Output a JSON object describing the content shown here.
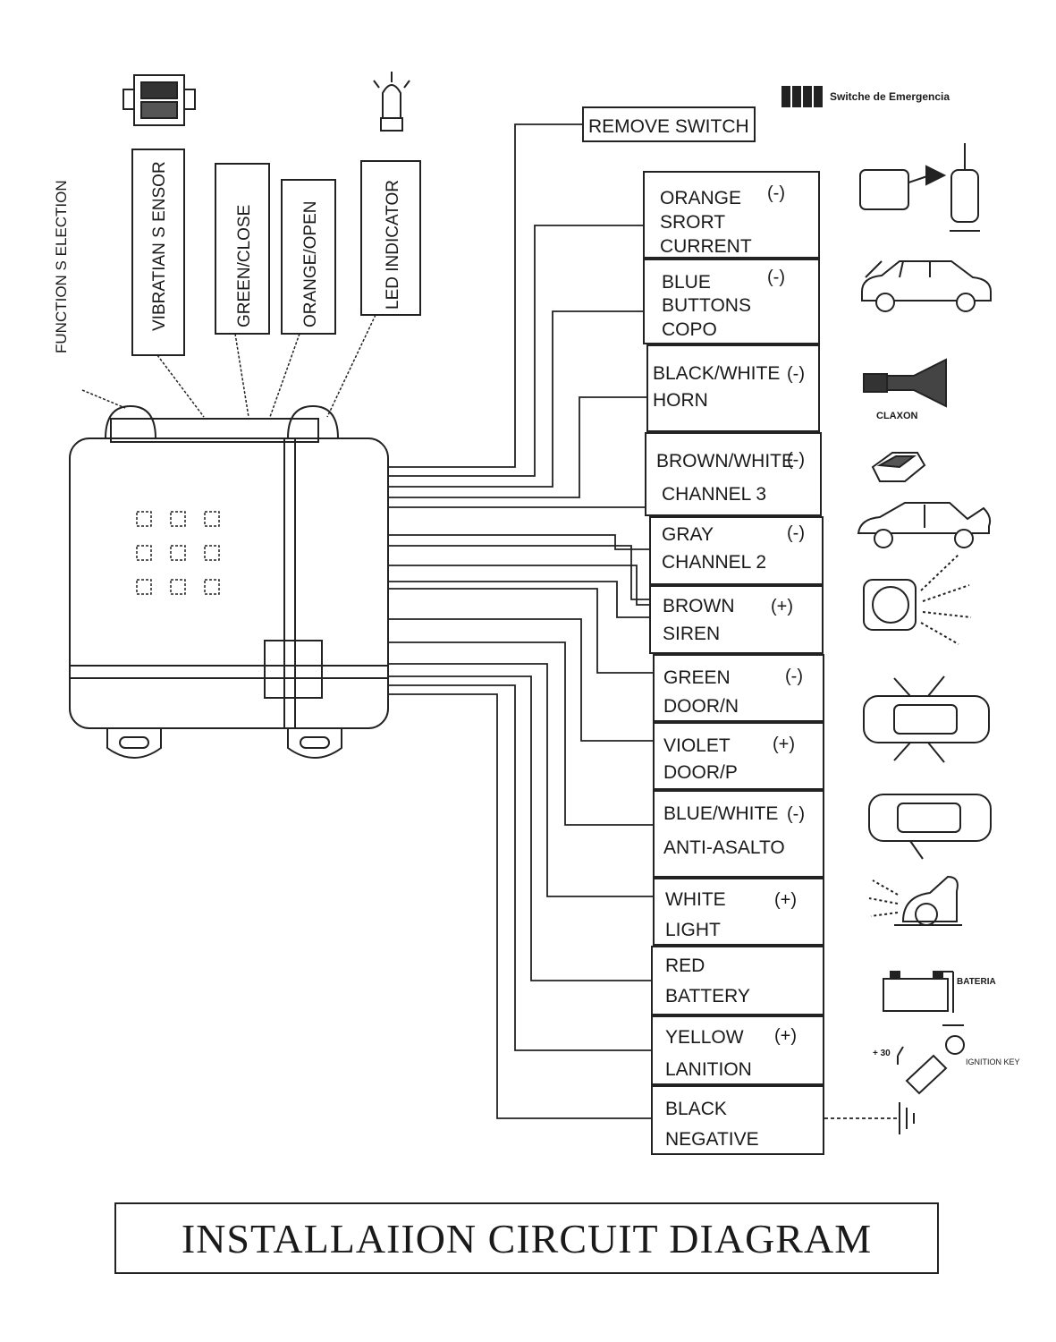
{
  "title": "INSTALLAIION CIRCUIT DIAGRAM",
  "remove_switch": "REMOVE SWITCH",
  "logo_text": "Switche de Emergencia",
  "function_label": "FUNCTION S ELECTION",
  "vertical_labels": [
    {
      "text": "VIBRATIAN S ENSOR"
    },
    {
      "text": "GREEN/CLOSE"
    },
    {
      "text": "ORANGE/OPEN"
    },
    {
      "text": "LED INDICATOR"
    }
  ],
  "wires": [
    {
      "lines": [
        "ORANGE",
        "SRORT",
        "CURRENT"
      ],
      "polarity": "(-)"
    },
    {
      "lines": [
        "BLUE",
        "BUTTONS",
        "COPO"
      ],
      "polarity": "(-)"
    },
    {
      "lines": [
        "BLACK/WHITE",
        "HORN"
      ],
      "polarity": "(-)"
    },
    {
      "lines": [
        "BROWN/WHITE",
        "CHANNEL 3"
      ],
      "polarity": "(-)"
    },
    {
      "lines": [
        "GRAY",
        "CHANNEL 2"
      ],
      "polarity": "(-)"
    },
    {
      "lines": [
        "BROWN",
        "SIREN"
      ],
      "polarity": "(+)"
    },
    {
      "lines": [
        "GREEN",
        "DOOR/N"
      ],
      "polarity": "(-)"
    },
    {
      "lines": [
        "VIOLET",
        "DOOR/P"
      ],
      "polarity": "(+)"
    },
    {
      "lines": [
        "BLUE/WHITE",
        "ANTI-ASALTO"
      ],
      "polarity": "(-)"
    },
    {
      "lines": [
        "WHITE",
        "LIGHT"
      ],
      "polarity": "(+)"
    },
    {
      "lines": [
        "RED",
        "BATTERY"
      ],
      "polarity": ""
    },
    {
      "lines": [
        "YELLOW",
        "LANITION"
      ],
      "polarity": "(+)"
    },
    {
      "lines": [
        "BLACK",
        "NEGATIVE"
      ],
      "polarity": ""
    }
  ],
  "icon_labels": {
    "horn": "CLAXON",
    "battery": "BATERIA",
    "ignition": "IGNITION KEY",
    "plus30": "+ 30"
  },
  "icons": [
    "relay-icon",
    "hood-car-icon",
    "horn-icon",
    "trunk-module-icon",
    "trunk-car-icon",
    "siren-icon",
    "door-car-icon",
    "door-car-icon",
    "headlight-icon",
    "battery-icon",
    "ignition-key-icon",
    "ground-icon"
  ]
}
